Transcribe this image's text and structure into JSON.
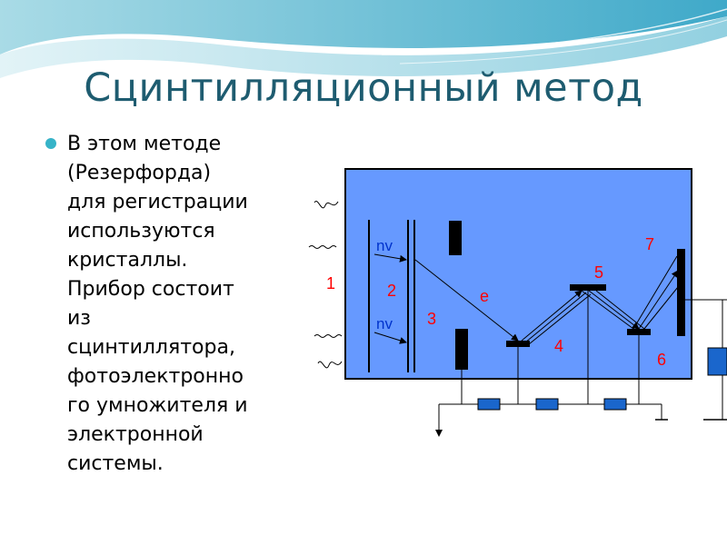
{
  "slide": {
    "title": "Сцинтилляционный метод",
    "bullet": "В этом методе (Резерфорда) для регистрации используются кристаллы. Прибор состоит из сцинтиллятора, фотоэлектронно го умножителя и электронной системы.",
    "bullet_lines": "В этом методе\n(Резерфорда)\nдля регистрации\nиспользуются\nкристаллы.\nПрибор состоит\nиз\nсцинтиллятора,\nфотоэлектронно\nго умножителя и\nэлектронной\nсистемы."
  },
  "diagram": {
    "labels": {
      "n1": "1",
      "n2": "2",
      "n3": "3",
      "n4": "4",
      "n5": "5",
      "n6": "6",
      "n7": "7",
      "nv_top": "nv",
      "nv_bottom": "nv",
      "e": "e"
    }
  },
  "colors": {
    "title": "#1e5c70",
    "bullet": "#36b3c8",
    "panel": "#6699ff",
    "resistor": "#1a66cc",
    "label_red": "#ff0000",
    "label_blue": "#0033cc"
  }
}
